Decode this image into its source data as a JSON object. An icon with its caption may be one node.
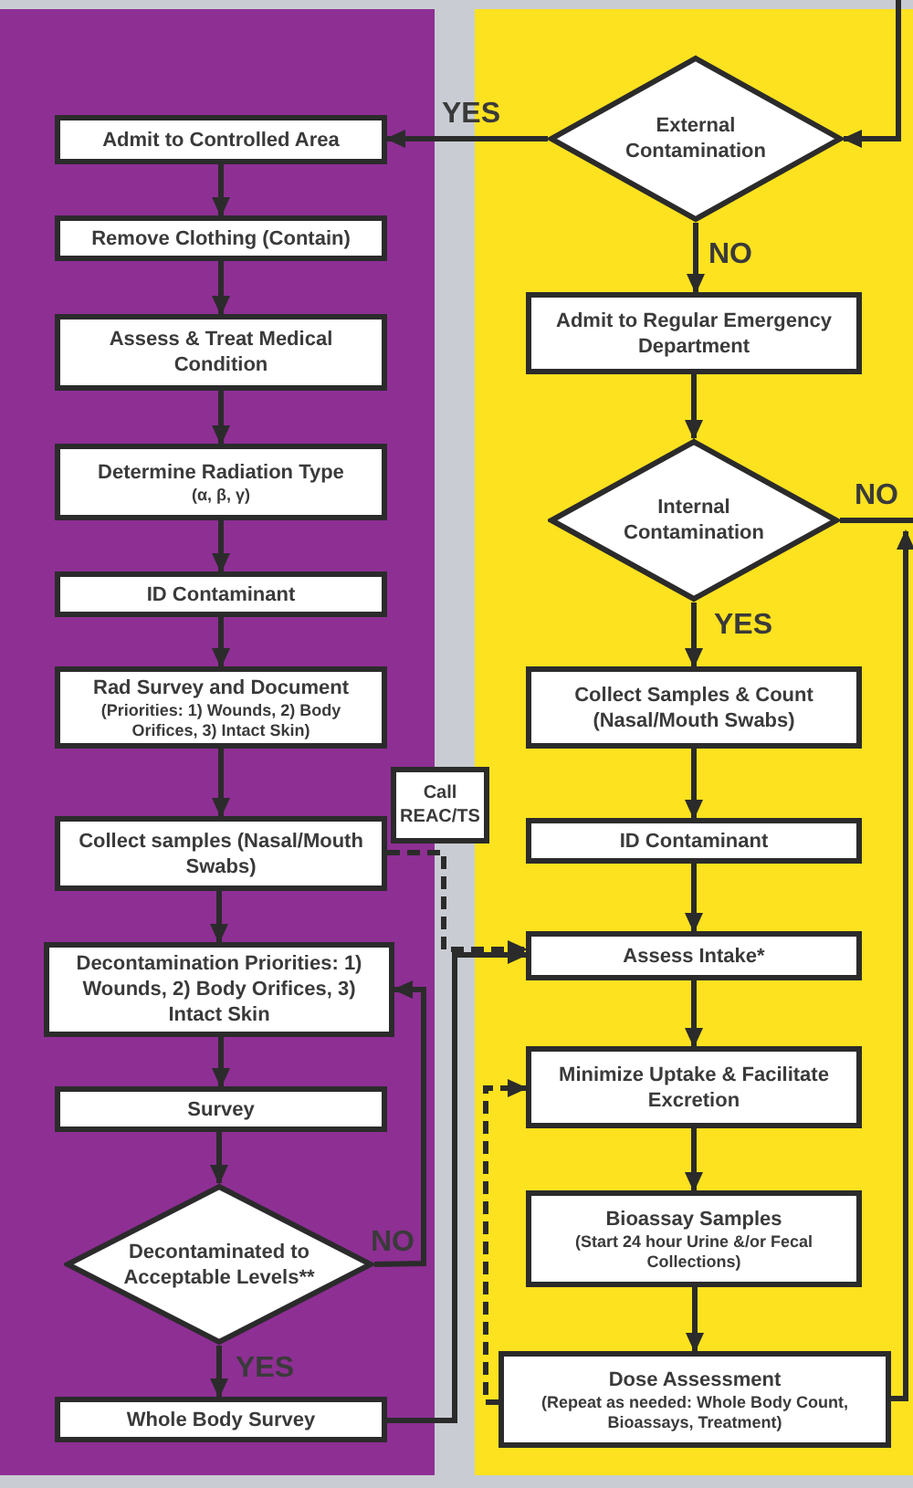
{
  "diagram": {
    "nodes": [
      {
        "text": [
          "Admit to Controlled Area"
        ]
      },
      {
        "text": [
          "Remove Clothing (Contain)"
        ]
      },
      {
        "text": [
          "Assess & Treat Medical Condition"
        ]
      },
      {
        "text": [
          "Determine Radiation Type",
          "(α, β, γ)"
        ]
      },
      {
        "text": [
          "ID Contaminant"
        ]
      },
      {
        "text": [
          "Rad Survey and Document",
          "(Priorities: 1) Wounds, 2) Body Orifices, 3) Intact Skin)"
        ]
      },
      {
        "text": [
          "Collect samples (Nasal/Mouth Swabs)"
        ]
      },
      {
        "text": [
          "Decontamination Priorities: 1) Wounds, 2) Body Orifices, 3) Intact Skin"
        ]
      },
      {
        "text": [
          "Survey"
        ]
      },
      {
        "text": [
          "Decontaminated to Acceptable Levels**"
        ]
      },
      {
        "text": [
          "Whole Body Survey"
        ]
      },
      {
        "text": [
          "Call REAC/TS"
        ]
      },
      {
        "text": [
          "External Contamination"
        ]
      },
      {
        "text": [
          "Admit to Regular Emergency Department"
        ]
      },
      {
        "text": [
          "Internal Contamination"
        ]
      },
      {
        "text": [
          "Collect Samples & Count (Nasal/Mouth Swabs)"
        ]
      },
      {
        "text": [
          "ID Contaminant"
        ]
      },
      {
        "text": [
          "Assess Intake*"
        ]
      },
      {
        "text": [
          "Minimize Uptake & Facilitate Excretion"
        ]
      },
      {
        "text": [
          "Bioassay Samples",
          "(Start 24 hour Urine &/or Fecal Collections)"
        ]
      },
      {
        "text": [
          "Dose Assessment",
          "(Repeat as needed: Whole Body Count, Bioassays, Treatment)"
        ]
      }
    ],
    "edges": [
      {
        "from": null,
        "to": 12,
        "arrow": "to"
      },
      {
        "from": 12,
        "to": 0,
        "arrow": "to",
        "label": "YES"
      },
      {
        "from": 0,
        "to": 1,
        "arrow": "to"
      },
      {
        "from": 1,
        "to": 2,
        "arrow": "to"
      },
      {
        "from": 2,
        "to": 3,
        "arrow": "to"
      },
      {
        "from": 3,
        "to": 4,
        "arrow": "to"
      },
      {
        "from": 4,
        "to": 5,
        "arrow": "to"
      },
      {
        "from": 5,
        "to": 6,
        "arrow": "to"
      },
      {
        "from": 6,
        "to": 7,
        "arrow": "to"
      },
      {
        "from": 7,
        "to": 8,
        "arrow": "to"
      },
      {
        "from": 8,
        "to": 9,
        "arrow": "to"
      },
      {
        "from": 9,
        "to": 7,
        "arrow": "to",
        "label": "NO"
      },
      {
        "from": 9,
        "to": 10,
        "arrow": "to",
        "label": "YES"
      },
      {
        "from": 10,
        "to": 17,
        "arrow": "to"
      },
      {
        "from": 6,
        "to": 17,
        "arrow": "to",
        "style": "dashed"
      },
      {
        "from": 12,
        "to": 13,
        "arrow": "to",
        "label": "NO"
      },
      {
        "from": 13,
        "to": 14,
        "arrow": "to"
      },
      {
        "from": 14,
        "to": 15,
        "arrow": "to",
        "label": "YES"
      },
      {
        "from": 15,
        "to": 16,
        "arrow": "to"
      },
      {
        "from": 16,
        "to": 17,
        "arrow": "to"
      },
      {
        "from": 17,
        "to": 18,
        "arrow": "to"
      },
      {
        "from": 18,
        "to": 19,
        "arrow": "to"
      },
      {
        "from": 19,
        "to": 20,
        "arrow": "to"
      },
      {
        "from": 20,
        "to": 18,
        "arrow": "to",
        "style": "dashed"
      },
      {
        "from": 14,
        "to": null,
        "arrow": "none",
        "label": "NO"
      },
      {
        "from": 20,
        "to": null,
        "arrow": "to"
      }
    ]
  }
}
